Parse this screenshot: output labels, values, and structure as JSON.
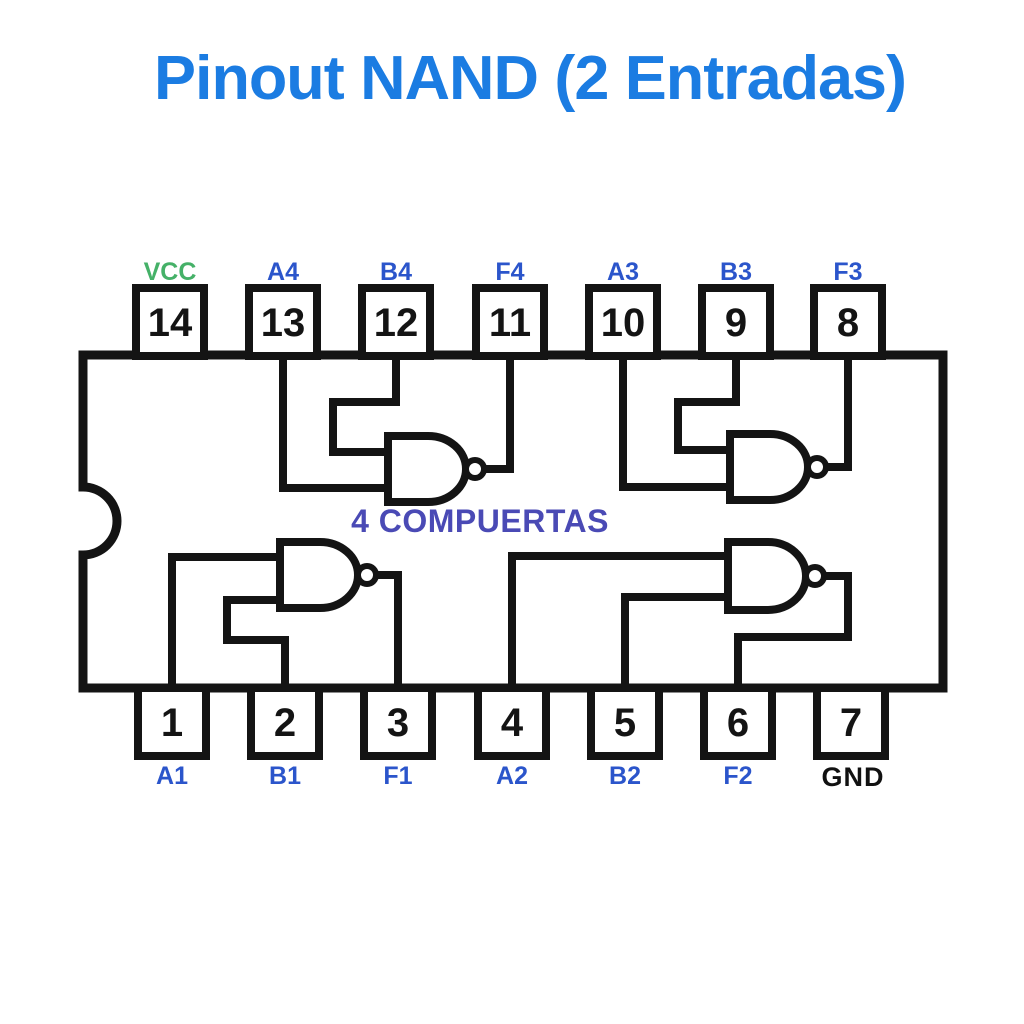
{
  "title": {
    "text": "Pinout NAND (2 Entradas)",
    "color": "#1b7ce2"
  },
  "center_label": {
    "text": "4 COMPUERTAS",
    "color": "#4a4ab5"
  },
  "colors": {
    "ink": "#141414",
    "pin_label_blue": "#2b55cb",
    "vcc_green": "#45b168",
    "gnd_black": "#111111"
  },
  "pins": {
    "top": [
      {
        "number": "14",
        "label": "VCC",
        "label_color": "#45b168"
      },
      {
        "number": "13",
        "label": "A4",
        "label_color": "#2b55cb"
      },
      {
        "number": "12",
        "label": "B4",
        "label_color": "#2b55cb"
      },
      {
        "number": "11",
        "label": "F4",
        "label_color": "#2b55cb"
      },
      {
        "number": "10",
        "label": "A3",
        "label_color": "#2b55cb"
      },
      {
        "number": "9",
        "label": "B3",
        "label_color": "#2b55cb"
      },
      {
        "number": "8",
        "label": "F3",
        "label_color": "#2b55cb"
      }
    ],
    "bottom": [
      {
        "number": "1",
        "label": "A1",
        "label_color": "#2b55cb"
      },
      {
        "number": "2",
        "label": "B1",
        "label_color": "#2b55cb"
      },
      {
        "number": "3",
        "label": "F1",
        "label_color": "#2b55cb"
      },
      {
        "number": "4",
        "label": "A2",
        "label_color": "#2b55cb"
      },
      {
        "number": "5",
        "label": "B2",
        "label_color": "#2b55cb"
      },
      {
        "number": "6",
        "label": "F2",
        "label_color": "#2b55cb"
      },
      {
        "number": "7",
        "label": "GND",
        "label_color": "#111111"
      }
    ]
  }
}
